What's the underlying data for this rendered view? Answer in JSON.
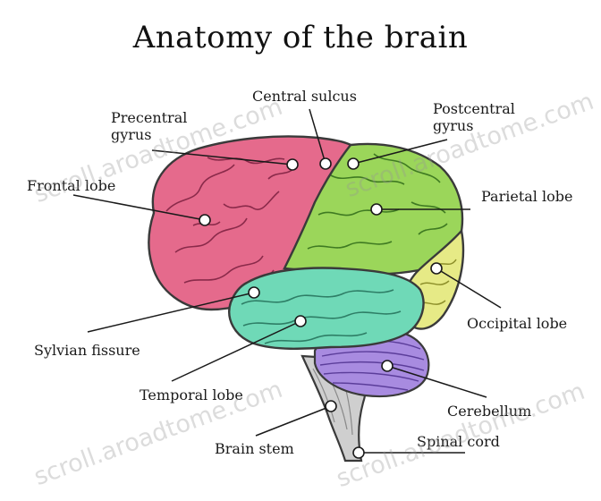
{
  "title": "Anatomy of the brain",
  "labels": {
    "central_sulcus": "Central sulcus",
    "precentral_gyrus": "Precentral\ngyrus",
    "postcentral_gyrus": "Postcentral\ngyrus",
    "frontal_lobe": "Frontal lobe",
    "parietal_lobe": "Parietal lobe",
    "occipital_lobe": "Occipital lobe",
    "sylvian_fissure": "Sylvian fissure",
    "temporal_lobe": "Temporal lobe",
    "cerebellum": "Cerebellum",
    "brain_stem": "Brain stem",
    "spinal_cord": "Spinal cord"
  },
  "watermark": "scroll.aroadtome.com",
  "colors": {
    "frontal": "#e56a8c",
    "parietal": "#9bd65a",
    "occipital": "#e6ea86",
    "temporal": "#6fd9b7",
    "cerebellum": "#a88be0",
    "stem": "#cfcfcf",
    "outline": "#3a3a3a"
  }
}
